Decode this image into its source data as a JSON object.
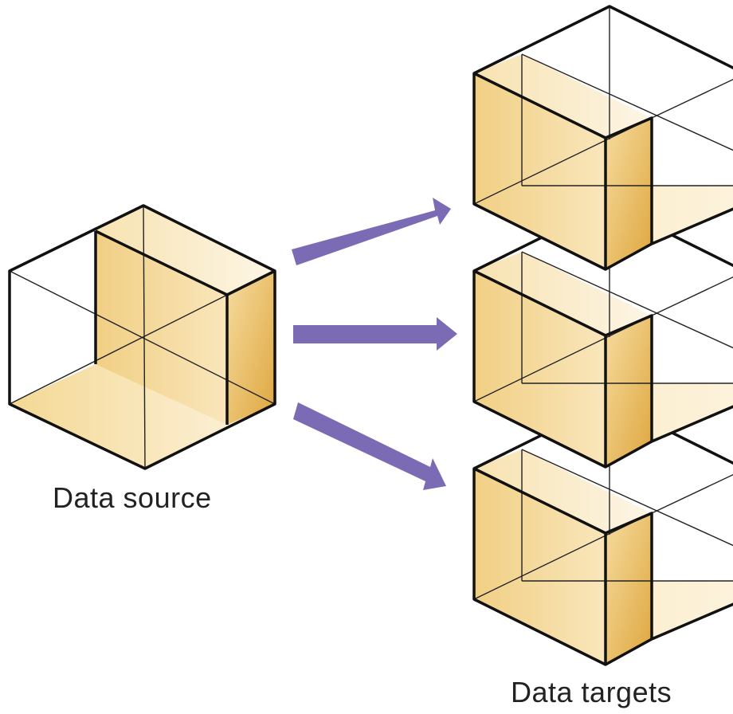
{
  "source": {
    "label": "Data source"
  },
  "targets": {
    "label": "Data targets",
    "count": 3
  },
  "arrows": {
    "count": 3
  },
  "colors": {
    "fill_light": "#fbf0d8",
    "fill_mid": "#f0cd82",
    "fill_dark": "#dea63d",
    "arrow": "#7b6bb5",
    "outline": "#111111"
  }
}
